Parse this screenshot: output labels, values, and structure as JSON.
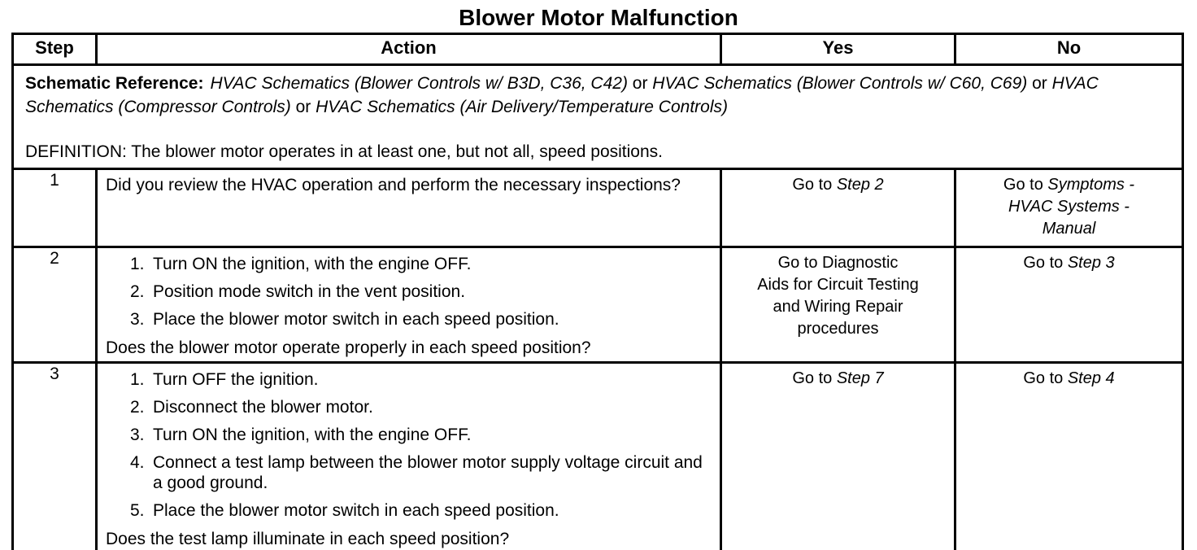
{
  "title": "Blower Motor Malfunction",
  "header": {
    "step": "Step",
    "action": "Action",
    "yes": "Yes",
    "no": "No"
  },
  "reference": {
    "label": "Schematic Reference:",
    "ref1": "HVAC Schematics (Blower Controls w/ B3D, C36, C42)",
    "or1": " or ",
    "ref2": "HVAC Schematics (Blower Controls w/ C60, C69)",
    "or2": " or ",
    "ref3": "HVAC Schematics (Compressor Controls)",
    "or3": " or ",
    "ref4": "HVAC Schematics (Air Delivery/Temperature Controls)",
    "definition": "DEFINITION: The blower motor operates in at least one, but not all, speed positions."
  },
  "rows": [
    {
      "step": "1",
      "intro": "Did you review the HVAC operation and perform the necessary inspections?",
      "yes": {
        "prefix": "Go to ",
        "target": "Step 2"
      },
      "no": {
        "prefix": "Go to ",
        "target": "Symptoms -\nHVAC Systems -\nManual"
      }
    },
    {
      "step": "2",
      "items": [
        {
          "num": "1.",
          "text": "Turn ON the ignition, with the engine OFF."
        },
        {
          "num": "2.",
          "text": "Position mode switch in the vent position."
        },
        {
          "num": "3.",
          "text": "Place the blower motor switch in each speed position."
        }
      ],
      "question": "Does the blower motor operate properly in each speed position?",
      "yes": {
        "text": "Go to Diagnostic\nAids for Circuit Testing\nand Wiring Repair\nprocedures"
      },
      "no": {
        "prefix": "Go to ",
        "target": "Step 3"
      }
    },
    {
      "step": "3",
      "items": [
        {
          "num": "1.",
          "text": "Turn OFF the ignition."
        },
        {
          "num": "2.",
          "text": "Disconnect the blower motor."
        },
        {
          "num": "3.",
          "text": "Turn ON the ignition, with the engine OFF."
        },
        {
          "num": "4.",
          "text": "Connect a test lamp between the blower motor supply voltage circuit and a good ground."
        },
        {
          "num": "5.",
          "text": "Place the blower motor switch in each speed position."
        }
      ],
      "question": "Does the test lamp illuminate in each speed position?",
      "yes": {
        "prefix": "Go to ",
        "target": "Step 7"
      },
      "no": {
        "prefix": "Go to ",
        "target": "Step 4"
      }
    }
  ]
}
